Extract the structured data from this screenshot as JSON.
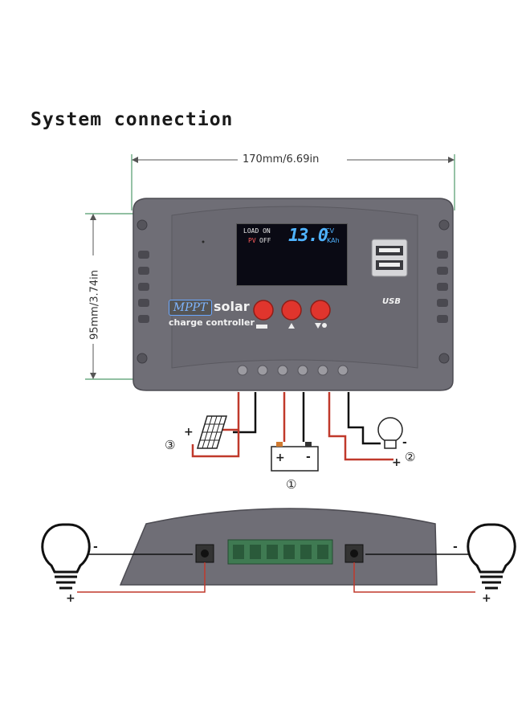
{
  "title": "System connection",
  "dimensions": {
    "width": "170mm/6.69in",
    "height": "95mm/3.74in"
  },
  "display": {
    "load_label": "LOAD ON",
    "pv_label": "PV",
    "off_label": "OFF",
    "reading": "13.0",
    "unit_top": "°CV",
    "unit_bottom": "KAh"
  },
  "branding": {
    "mppt": "MPPT",
    "solar": "solar",
    "charge_controller": "charge controller",
    "usb": "USB"
  },
  "connections": {
    "battery": {
      "number": "①",
      "positive": "+",
      "negative": "-"
    },
    "load": {
      "number": "②",
      "positive": "+",
      "negative": "-"
    },
    "panel": {
      "number": "③",
      "positive": "+"
    }
  },
  "bottom_view": {
    "left_negative": "-",
    "left_positive": "+",
    "right_negative": "-",
    "right_positive": "+"
  },
  "colors": {
    "body": "#6f6e76",
    "button_red": "#e0352d",
    "wire_red": "#c0392b",
    "wire_black": "#111111",
    "terminal_green": "#3f7a52"
  },
  "icons": [
    "solar-panel-icon",
    "battery-icon",
    "bulb-icon",
    "usb-port-icon"
  ]
}
